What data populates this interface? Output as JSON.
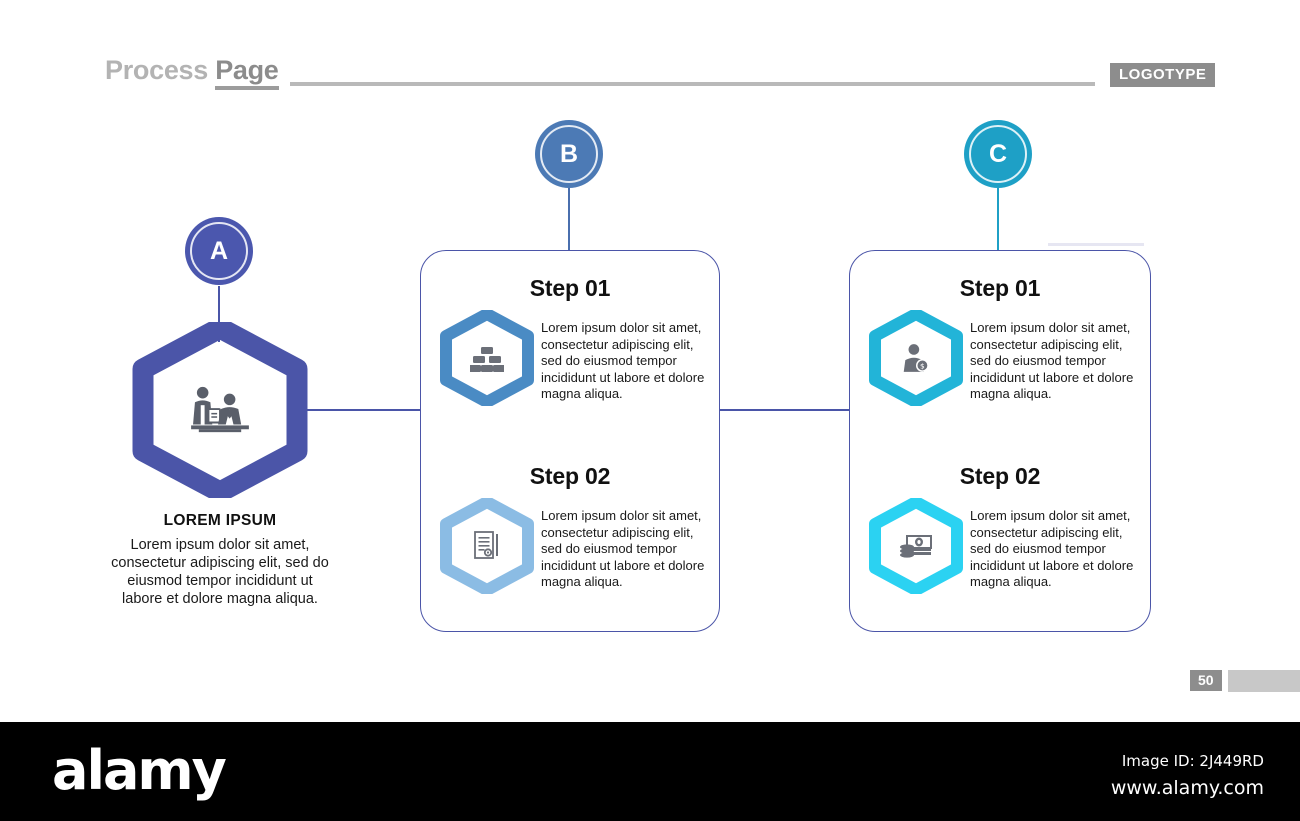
{
  "header": {
    "title_part1": "Process ",
    "title_part2": "Page",
    "logotype": "LOGOTYPE"
  },
  "badges": [
    {
      "letter": "A",
      "color": "#4b57ae",
      "name": "badge-a"
    },
    {
      "letter": "B",
      "color": "#4c7ab5",
      "name": "badge-b"
    },
    {
      "letter": "C",
      "color": "#1ea0c6",
      "name": "badge-c"
    }
  ],
  "left_block": {
    "icon": "meeting-icon",
    "hex_color": "#4b55a8",
    "title": "LOREM IPSUM",
    "body": "Lorem ipsum dolor sit amet, consectetur adipiscing elit, sed do eiusmod tempor incididunt ut labore et dolore magna aliqua."
  },
  "cards": [
    {
      "name": "card-b",
      "border_color": "#4b55a8",
      "steps": [
        {
          "heading": "Step 01",
          "icon": "gold-bars-icon",
          "hex_color": "#4a8bc4",
          "text": "Lorem ipsum dolor sit amet, consectetur adipiscing elit, sed do eiusmod tempor incididunt ut labore et dolore magna aliqua."
        },
        {
          "heading": "Step 02",
          "icon": "certificate-icon",
          "hex_color": "#8bbce4",
          "text": "Lorem ipsum dolor sit amet, consectetur adipiscing elit, sed do eiusmod tempor incididunt ut labore et dolore magna aliqua."
        }
      ]
    },
    {
      "name": "card-c",
      "border_color": "#4b55a8",
      "steps": [
        {
          "heading": "Step 01",
          "icon": "person-money-icon",
          "hex_color": "#22b4d8",
          "text": "Lorem ipsum dolor sit amet, consectetur adipiscing elit, sed do eiusmod tempor incididunt ut labore et dolore magna aliqua."
        },
        {
          "heading": "Step 02",
          "icon": "cash-icon",
          "hex_color": "#2bd2f2",
          "text": "Lorem ipsum dolor sit amet, consectetur adipiscing elit, sed do eiusmod tempor incididunt ut labore et dolore magna aliqua."
        }
      ]
    }
  ],
  "page_number": "50",
  "footer": {
    "logo": "alamy",
    "image_id": "Image ID: 2J449RD",
    "url": "www.alamy.com"
  }
}
